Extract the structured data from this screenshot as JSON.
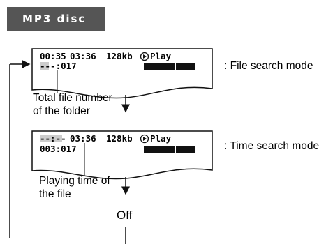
{
  "section_title": "MP3 disc",
  "screens": [
    {
      "line1_time1": "00:35",
      "line1_time2": "03:36",
      "line1_bitrate": "128kb",
      "line1_status": "Play",
      "line2": "---:017",
      "mode_label": ": File search mode",
      "callout": [
        "Total file number",
        "of the folder"
      ]
    },
    {
      "line1_time1": "--:--",
      "line1_time2": "03:36",
      "line1_bitrate": "128kb",
      "line1_status": "Play",
      "line2": "003:017",
      "mode_label": ": Time search mode",
      "callout": [
        "Playing time of",
        "the file"
      ]
    }
  ],
  "final_state": "Off",
  "icons": {
    "play": "play-circle-icon"
  }
}
